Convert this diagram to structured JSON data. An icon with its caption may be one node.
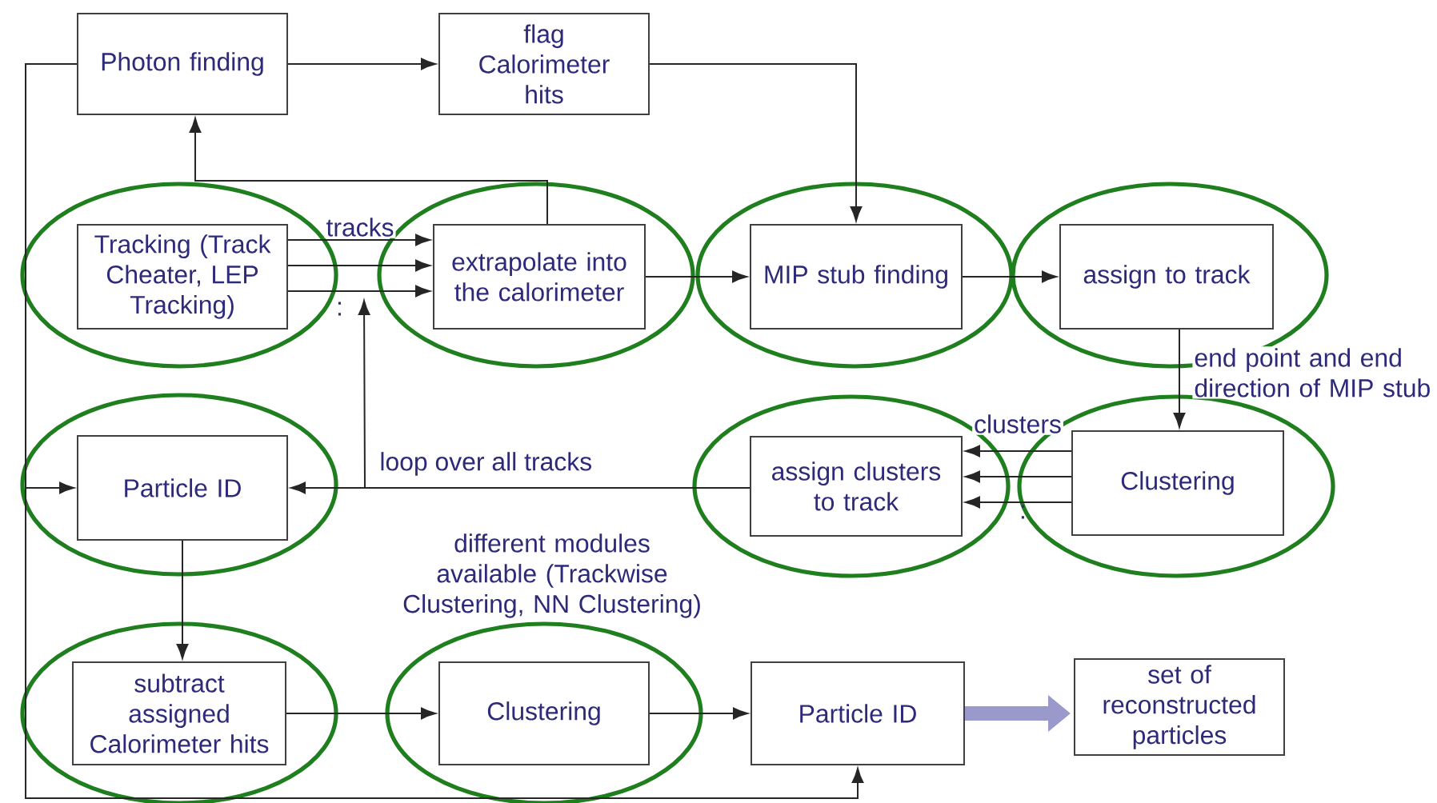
{
  "diagram": {
    "nodes": [
      {
        "text": [
          "Photon finding"
        ]
      },
      {
        "text": [
          "flag Calorimeter hits"
        ]
      },
      {
        "text": [],
        "shape": "ellipse"
      },
      {
        "text": [
          "Tracking (Track Cheater, LEP Tracking)"
        ],
        "in": 2
      },
      {
        "text": [],
        "shape": "ellipse"
      },
      {
        "text": [
          "extrapolate into the calorimeter"
        ],
        "in": 4
      },
      {
        "text": [],
        "shape": "ellipse"
      },
      {
        "text": [
          "MIP stub finding"
        ],
        "in": 6
      },
      {
        "text": [],
        "shape": "ellipse"
      },
      {
        "text": [
          "assign to track"
        ],
        "in": 8
      },
      {
        "text": [],
        "shape": "ellipse"
      },
      {
        "text": [
          "Particle ID"
        ],
        "in": 10
      },
      {
        "text": [],
        "shape": "ellipse"
      },
      {
        "text": [
          "assign clusters to track"
        ],
        "in": 12
      },
      {
        "text": [],
        "shape": "ellipse"
      },
      {
        "text": [
          "Clustering"
        ],
        "in": 14
      },
      {
        "text": [],
        "shape": "ellipse"
      },
      {
        "text": [
          "subtract assigned Calorimeter hits"
        ],
        "in": 16
      },
      {
        "text": [],
        "shape": "ellipse"
      },
      {
        "text": [
          "Clustering"
        ],
        "in": 18
      },
      {
        "text": [
          "Particle ID"
        ]
      },
      {
        "text": [
          "set of reconstructed particles"
        ]
      }
    ],
    "edges": [
      {
        "from": 0,
        "to": 1,
        "arrow": "to"
      },
      {
        "from": 1,
        "to": 7,
        "arrow": "to"
      },
      {
        "from": 3,
        "to": 5,
        "arrow": "to",
        "label": "tracks"
      },
      {
        "from": 3,
        "to": 5,
        "arrow": "to"
      },
      {
        "from": 3,
        "to": 5,
        "arrow": "to"
      },
      {
        "from": 5,
        "to": 0,
        "arrow": "to"
      },
      {
        "from": 5,
        "to": 7,
        "arrow": "to"
      },
      {
        "from": 7,
        "to": 9,
        "arrow": "to"
      },
      {
        "from": 9,
        "to": 15,
        "arrow": "to",
        "label": "end point and end direction of MIP stub"
      },
      {
        "from": 15,
        "to": 13,
        "arrow": "to",
        "label": "clusters"
      },
      {
        "from": 15,
        "to": 13,
        "arrow": "to"
      },
      {
        "from": 15,
        "to": 13,
        "arrow": "to"
      },
      {
        "from": 13,
        "to": 11,
        "arrow": "to"
      },
      {
        "from": 13,
        "to": 5,
        "arrow": "to",
        "label": "loop over all tracks"
      },
      {
        "from": 0,
        "to": 11,
        "arrow": "to"
      },
      {
        "from": 0,
        "to": 20,
        "arrow": "to"
      },
      {
        "from": 11,
        "to": 17,
        "arrow": "to"
      },
      {
        "from": 17,
        "to": 19,
        "arrow": "to"
      },
      {
        "from": 19,
        "to": 20,
        "arrow": "to"
      },
      {
        "from": 20,
        "to": 21,
        "arrow": "to",
        "style": "thick",
        "color": "#9999cc"
      }
    ],
    "labels": [
      ":",
      ":",
      "different modules available (Trackwise Clustering, NN Clustering)"
    ]
  }
}
